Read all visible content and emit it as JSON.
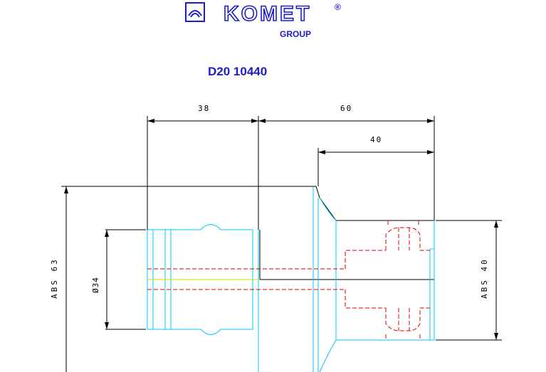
{
  "header": {
    "brand": "KOMET",
    "registered_mark": "®",
    "group_label": "GROUP",
    "logo_icon": "komet-arc-logo-icon",
    "part_number": "D20 10440",
    "brand_color": "#1c1cc8"
  },
  "dimensions": {
    "len_38": "38",
    "len_60": "60",
    "len_40": "40",
    "abs_63": "ABS 63",
    "dia_34": "Ø34",
    "abs_40": "ABS 40"
  },
  "colors": {
    "outline": "#000000",
    "tool_body": "#00c8ff",
    "hidden_lines": "#e00000",
    "centerline": "#d8d800"
  }
}
